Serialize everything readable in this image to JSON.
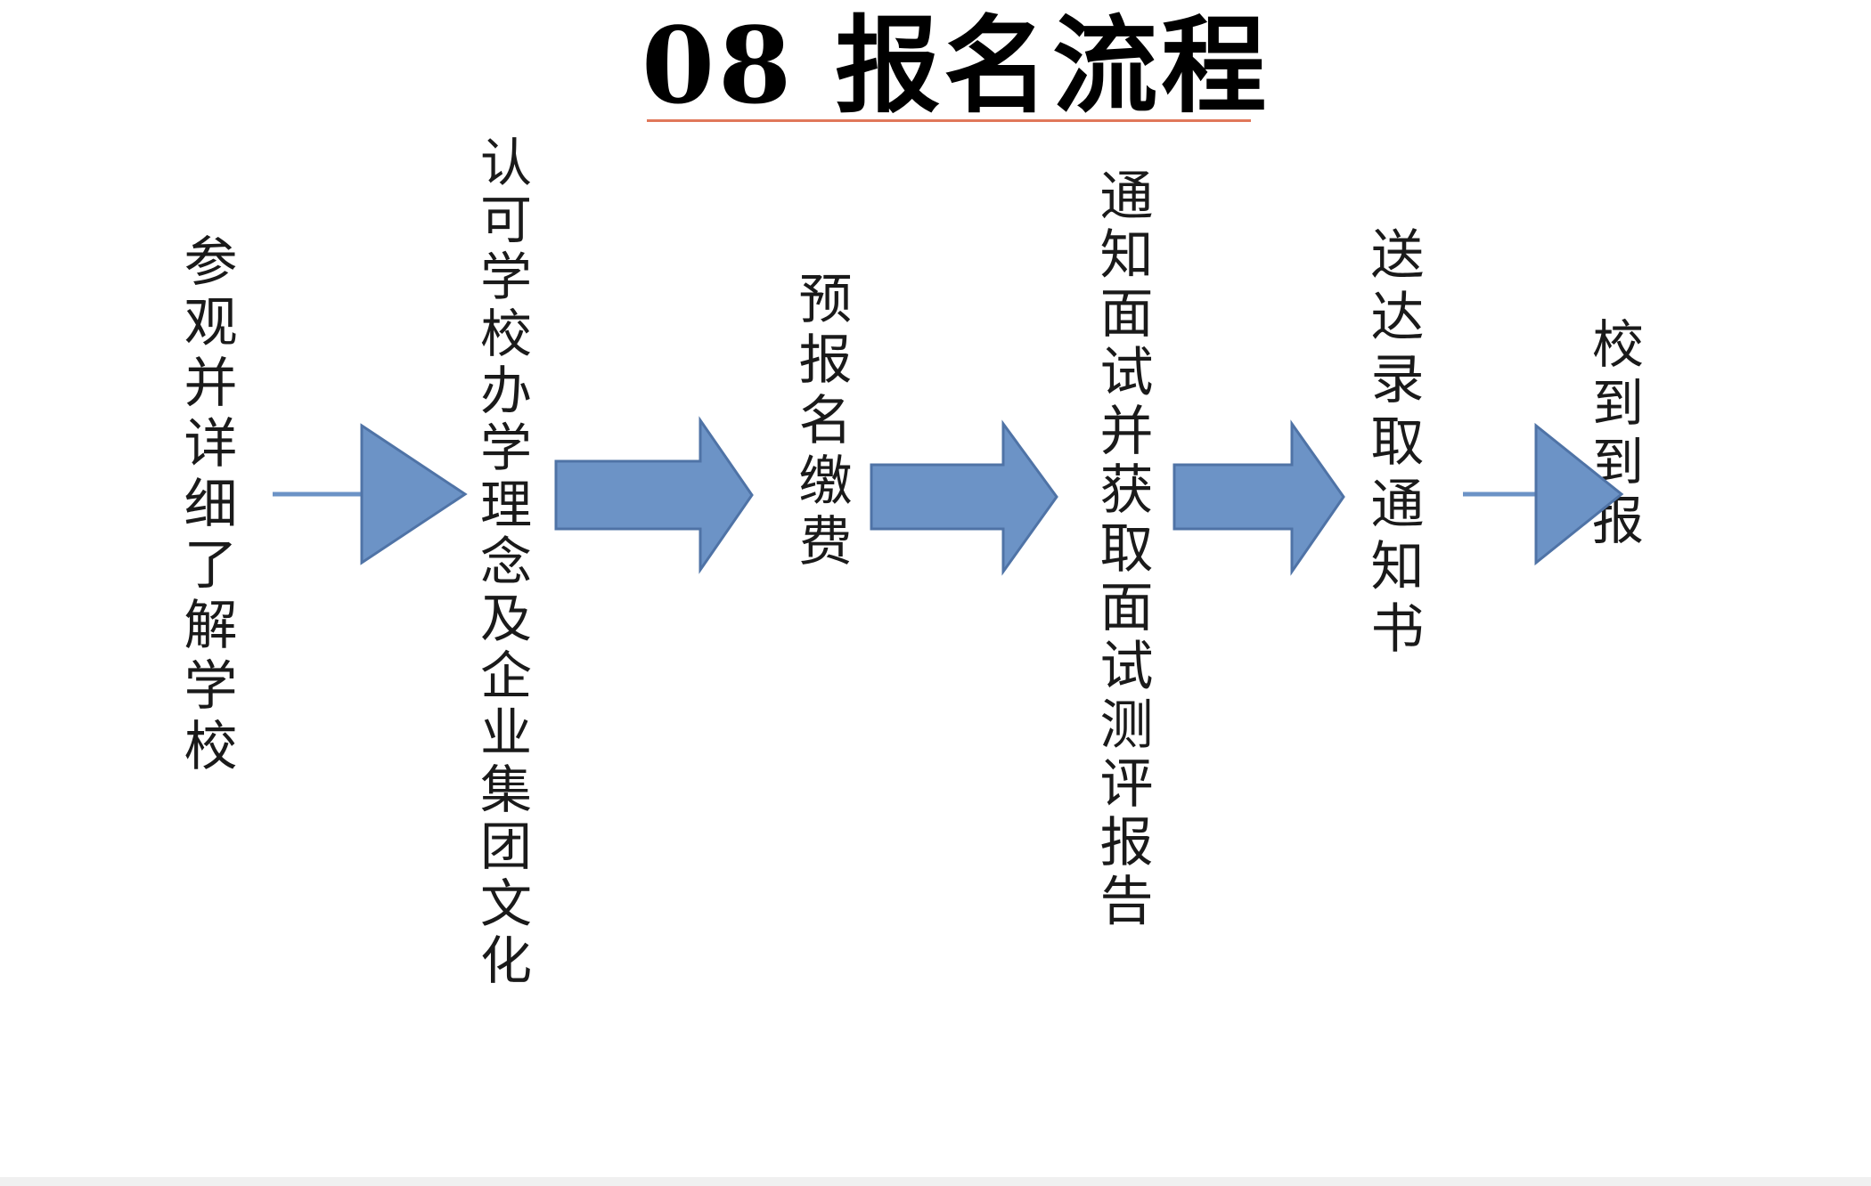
{
  "title": "08 报名流程",
  "colors": {
    "arrow_fill": "#6c93c6",
    "arrow_stroke": "#4f73a6",
    "title_rule": "#e0775a",
    "text": "#1a1a1a"
  },
  "steps": [
    {
      "label": "参观并详细了解学校"
    },
    {
      "label": "认可学校办学理念及企业集团文化"
    },
    {
      "label": "预报名缴费"
    },
    {
      "label": "通知面试并获取面试测评报告"
    },
    {
      "label": "送达录取通知书"
    },
    {
      "label": "校到到报"
    }
  ],
  "arrows": [
    {
      "style": "line-head"
    },
    {
      "style": "block"
    },
    {
      "style": "block"
    },
    {
      "style": "block"
    },
    {
      "style": "line-head"
    }
  ]
}
